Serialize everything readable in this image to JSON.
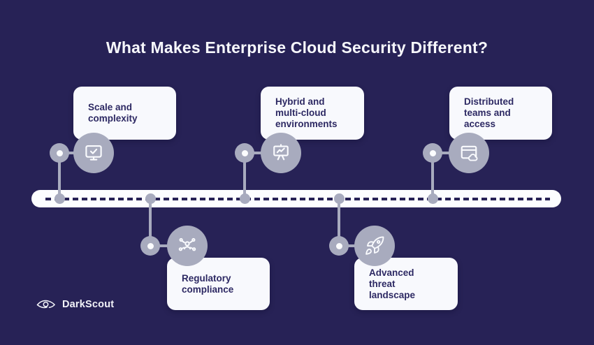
{
  "title": "What Makes Enterprise Cloud Security Different?",
  "brand": {
    "name": "DarkScout"
  },
  "colors": {
    "background": "#272256",
    "card": "#F8F9FD",
    "connector_gray": "#A8ABBE",
    "timeline_pill": "#FCFDFF",
    "card_text": "#2D2963",
    "title_text": "#F7F8FC"
  },
  "timeline": {
    "style": "horizontal pill with dashed line",
    "order_left_to_right": [
      "Scale and complexity",
      "Regulatory compliance",
      "Hybrid and multi-cloud environments",
      "Advanced threat landscape",
      "Distributed teams and access"
    ]
  },
  "items": [
    {
      "label": "Scale and complexity",
      "lines": [
        "Scale and",
        "complexity"
      ],
      "icon": "monitor-check-icon",
      "position": "top"
    },
    {
      "label": "Regulatory compliance",
      "lines": [
        "Regulatory",
        "compliance"
      ],
      "icon": "user-network-icon",
      "position": "bottom"
    },
    {
      "label": "Hybrid and multi-cloud environments",
      "lines": [
        "Hybrid and",
        "multi-cloud",
        "environments"
      ],
      "icon": "presentation-chart-icon",
      "position": "top"
    },
    {
      "label": "Advanced threat landscape",
      "lines": [
        "Advanced",
        "threat",
        "landscape"
      ],
      "icon": "rocket-icon",
      "position": "bottom"
    },
    {
      "label": "Distributed teams and access",
      "lines": [
        "Distributed",
        "teams and",
        "access"
      ],
      "icon": "browser-cloud-icon",
      "position": "top"
    }
  ]
}
